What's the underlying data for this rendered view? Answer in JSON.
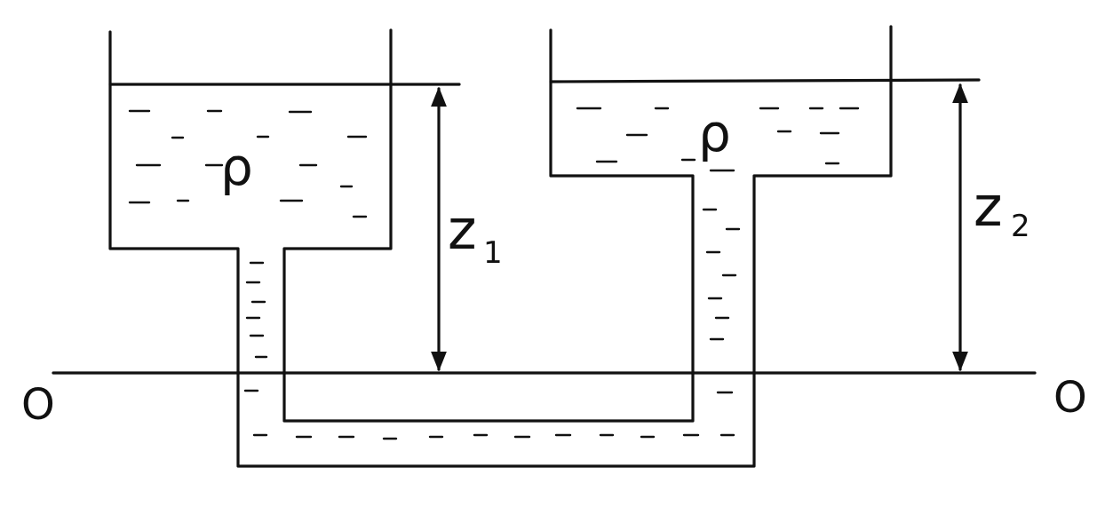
{
  "labels": {
    "density_left": "ρ",
    "density_right": "ρ",
    "height_left": "z",
    "height_left_sub": "1",
    "height_right": "z",
    "height_right_sub": "2",
    "datum_left": "O",
    "datum_right": "O"
  },
  "colors": {
    "ink": "#111111",
    "background": "#ffffff"
  }
}
